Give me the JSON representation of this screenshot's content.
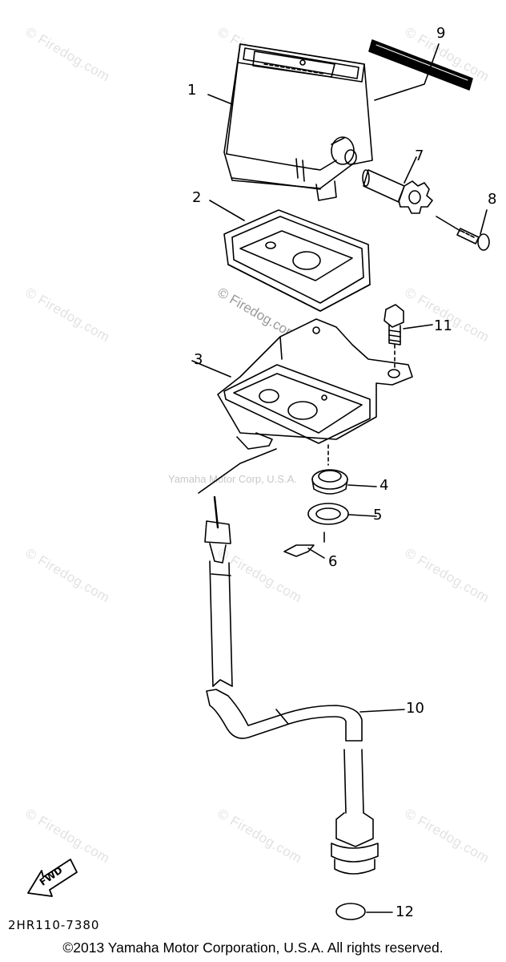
{
  "watermarks": {
    "firedog": "© Firedog.com",
    "yamaha": "Yamaha Motor Corp, U.S.A."
  },
  "callouts": {
    "c1": "1",
    "c2": "2",
    "c3": "3",
    "c4": "4",
    "c5": "5",
    "c6": "6",
    "c7": "7",
    "c8": "8",
    "c9": "9",
    "c10": "10",
    "c11": "11",
    "c12": "12"
  },
  "fwd_label": "FWD",
  "part_code": "2HR110-7380",
  "copyright": "©2013 Yamaha Motor Corporation, U.S.A. All rights reserved."
}
